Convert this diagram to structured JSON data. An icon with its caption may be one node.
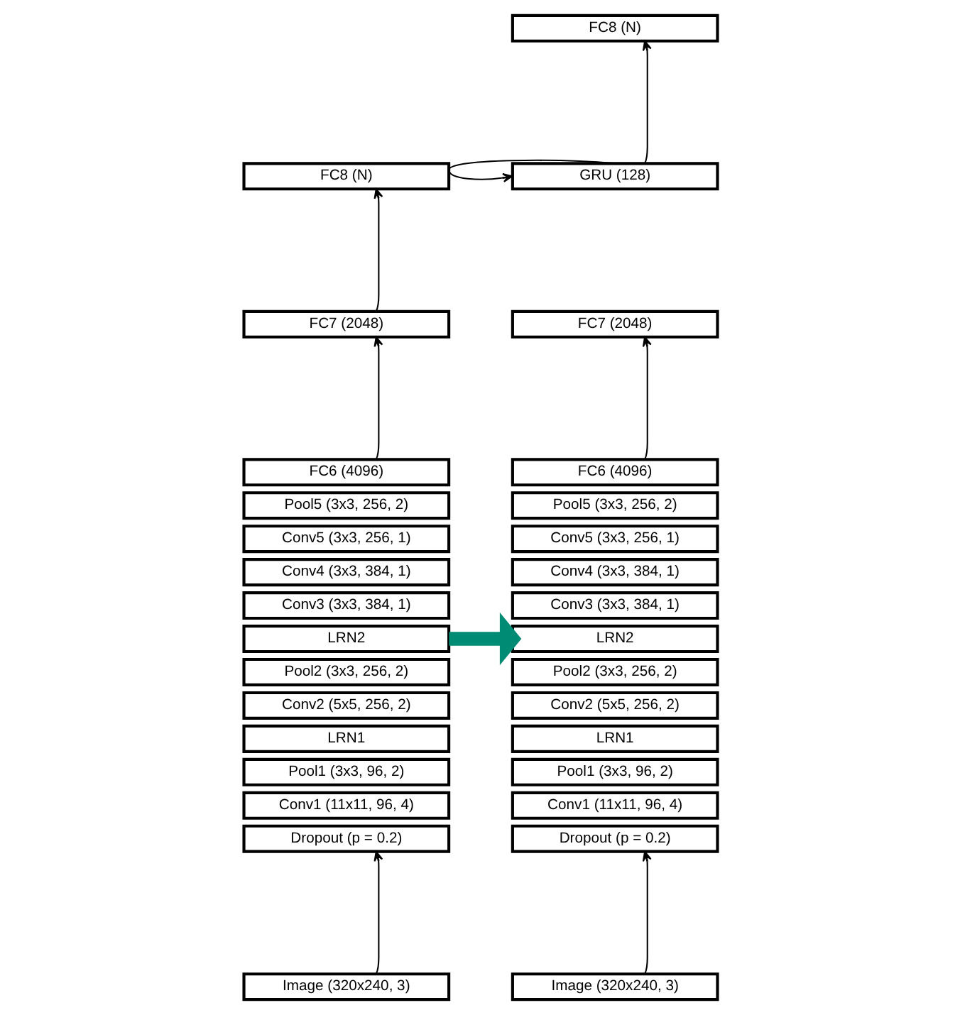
{
  "diagram": {
    "nodes": [
      {
        "text": [
          "FC8 (N)"
        ]
      },
      {
        "text": [
          "FC7 (2048)"
        ]
      },
      {
        "text": [
          "FC6 (4096)"
        ]
      },
      {
        "text": [
          "Pool5 (3x3, 256, 2)"
        ]
      },
      {
        "text": [
          "Conv5 (3x3, 256, 1)"
        ]
      },
      {
        "text": [
          "Conv4 (3x3, 384, 1)"
        ]
      },
      {
        "text": [
          "Conv3 (3x3, 384, 1)"
        ]
      },
      {
        "text": [
          "LRN2"
        ]
      },
      {
        "text": [
          "Pool2 (3x3, 256, 2)"
        ]
      },
      {
        "text": [
          "Conv2 (5x5, 256, 2)"
        ]
      },
      {
        "text": [
          "LRN1"
        ]
      },
      {
        "text": [
          "Pool1 (3x3, 96, 2)"
        ]
      },
      {
        "text": [
          "Conv1 (11x11, 96, 4)"
        ]
      },
      {
        "text": [
          "Dropout (p = 0.2)"
        ]
      },
      {
        "text": [
          "Image (320x240, 3)"
        ]
      },
      {
        "text": [
          "FC8 (N)"
        ]
      },
      {
        "text": [
          "GRU (128)"
        ]
      },
      {
        "text": [
          "FC7 (2048)"
        ]
      },
      {
        "text": [
          "FC6 (4096)"
        ]
      },
      {
        "text": [
          "Pool5 (3x3, 256, 2)"
        ]
      },
      {
        "text": [
          "Conv5 (3x3, 256, 1)"
        ]
      },
      {
        "text": [
          "Conv4 (3x3, 384, 1)"
        ]
      },
      {
        "text": [
          "Conv3 (3x3, 384, 1)"
        ]
      },
      {
        "text": [
          "LRN2"
        ]
      },
      {
        "text": [
          "Pool2 (3x3, 256, 2)"
        ]
      },
      {
        "text": [
          "Conv2 (5x5, 256, 2)"
        ]
      },
      {
        "text": [
          "LRN1"
        ]
      },
      {
        "text": [
          "Pool1 (3x3, 96, 2)"
        ]
      },
      {
        "text": [
          "Conv1 (11x11, 96, 4)"
        ]
      },
      {
        "text": [
          "Dropout (p = 0.2)"
        ]
      },
      {
        "text": [
          "Image (320x240, 3)"
        ]
      }
    ],
    "edges": [
      {
        "from": 14,
        "to": 13,
        "arrow": "to"
      },
      {
        "from": 2,
        "to": 1,
        "arrow": "to"
      },
      {
        "from": 1,
        "to": 0,
        "arrow": "to"
      },
      {
        "from": 7,
        "to": 23,
        "arrow": "to",
        "style": "thick",
        "color": "#008b74"
      },
      {
        "from": 30,
        "to": 29,
        "arrow": "to"
      },
      {
        "from": 18,
        "to": 17,
        "arrow": "to"
      },
      {
        "from": 16,
        "to": 15,
        "arrow": "to"
      },
      {
        "from": 16,
        "to": 16,
        "arrow": "to"
      }
    ]
  }
}
